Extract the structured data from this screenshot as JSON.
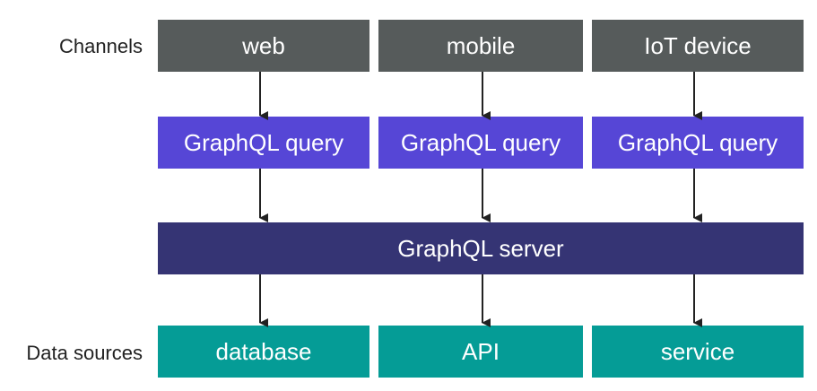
{
  "row_labels": {
    "channels": "Channels",
    "data_sources": "Data sources"
  },
  "channels": [
    "web",
    "mobile",
    "IoT device"
  ],
  "queries": [
    "GraphQL query",
    "GraphQL query",
    "GraphQL query"
  ],
  "server": "GraphQL server",
  "sources": [
    "database",
    "API",
    "service"
  ],
  "colors": {
    "channel": "#565b5b",
    "query": "#5646d6",
    "server": "#353474",
    "source": "#059c96",
    "arrow": "#222222"
  }
}
